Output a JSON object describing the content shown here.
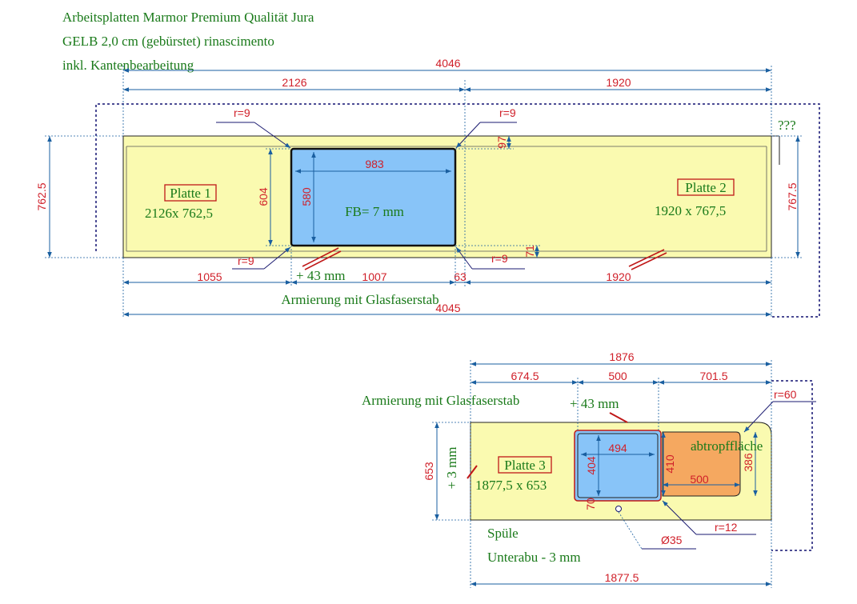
{
  "header": {
    "line1": "Arbeitsplatten Marmor Premium Qualität Jura",
    "line2": "GELB 2,0 cm (gebürstet) rinascimento",
    "line3": "inkl. Kantenbearbeitung"
  },
  "top_drawing": {
    "overall_top": "4046",
    "seg_left": "2126",
    "seg_right": "1920",
    "overall_bottom": "4045",
    "bottom_seg_1": "1055",
    "bottom_seg_2": "1007",
    "bottom_seg_3": "63",
    "bottom_seg_4": "1920",
    "height_left": "762.5",
    "height_right": "767.5",
    "sink_width": "983",
    "sink_depth": "580",
    "cutout_depth": "604",
    "gap_top": "97",
    "gap_bottom": "71",
    "radius_tl": "r=9",
    "radius_tr": "r=9",
    "radius_bl": "r=9",
    "radius_br": "r=9",
    "question": "???",
    "plate1_label": "Platte 1",
    "plate1_size": "2126x 762,5",
    "plate2_label": "Platte 2",
    "plate2_size": "1920 x 767,5",
    "fb_note": "FB= 7 mm",
    "plus_note": "+ 43 mm",
    "armierung": "Armierung mit Glasfaserstab"
  },
  "bottom_drawing": {
    "overall_top": "1876",
    "seg_1": "674.5",
    "seg_2": "500",
    "seg_3": "701.5",
    "overall_bottom": "1877.5",
    "height": "653",
    "radius_corner": "r=60",
    "sink_width": "494",
    "sink_depth": "404",
    "cut_depth": "410",
    "drain_width": "500",
    "drain_depth": "386",
    "small_70": "70",
    "hole": "Ø35",
    "radius_drain": "r=12",
    "plate3_label": "Platte 3",
    "plate3_size": "1877,5 x 653",
    "plus_43": "+ 43 mm",
    "plus_3": "+ 3 mm",
    "drain_label": "abtropffläche",
    "sink_label": "Spüle",
    "under_label": "Unterabu - 3 mm",
    "armierung": "Armierung mit Glasfaserstab"
  },
  "colors": {
    "plate": "#fafab0",
    "sink": "#88c4f8",
    "drain": "#f5a860",
    "dimension": "#d0202a",
    "annotation": "#1a7a1a",
    "dimline": "#1a5fa0"
  }
}
